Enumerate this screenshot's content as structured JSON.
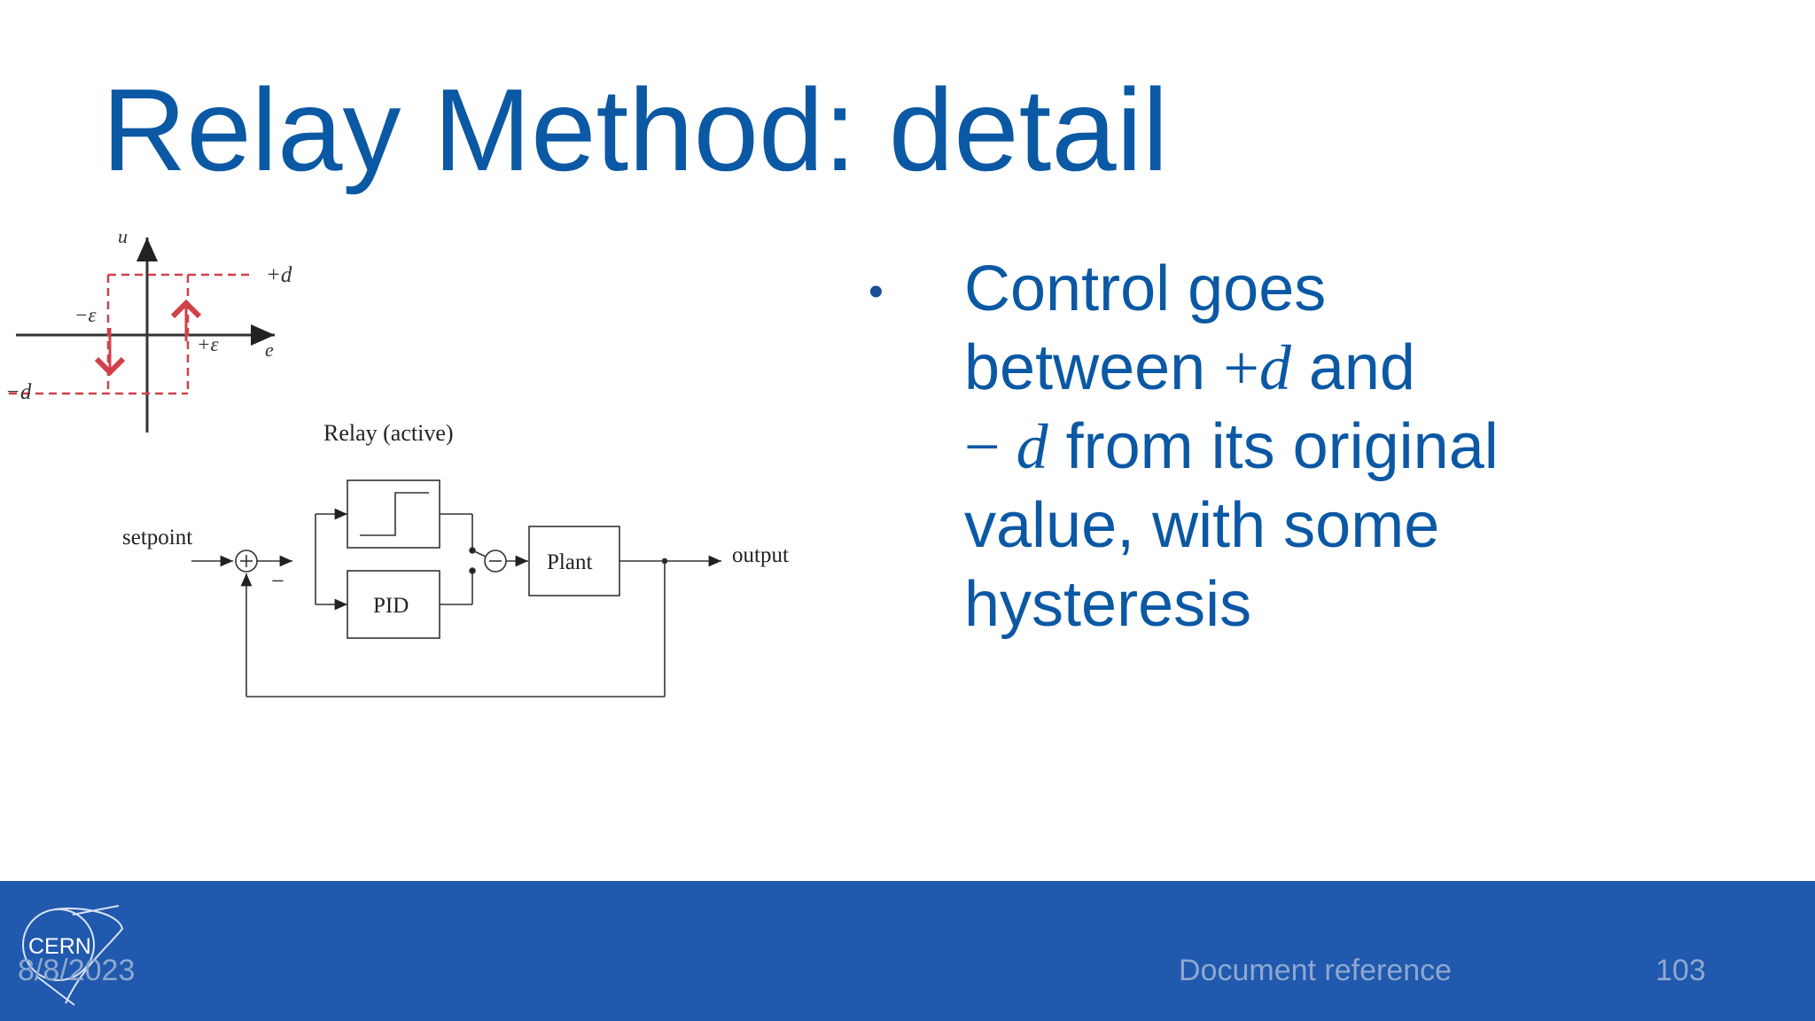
{
  "slide": {
    "title": "Relay Method: detail",
    "bullet": {
      "line1": "Control goes",
      "line2_pre": "between ",
      "line2_sign": "+",
      "line2_var": "d",
      "line2_post": " and",
      "line3_sign": "− ",
      "line3_var": "d",
      "line3_post": " from its original",
      "line4": "value, with some",
      "line5": "hysteresis"
    }
  },
  "relay_curve": {
    "axis_u": "u",
    "axis_e": "e",
    "plus_d": "+d",
    "minus_d": "−d",
    "minus_eps": "−ε",
    "plus_eps": "+ε"
  },
  "block_diagram": {
    "relay_label": "Relay (active)",
    "setpoint": "setpoint",
    "output": "output",
    "pid": "PID",
    "plant": "Plant",
    "minus": "−"
  },
  "footer": {
    "date": "8/8/2023",
    "reference": "Document reference",
    "page": "103",
    "logo_text": "CERN"
  },
  "colors": {
    "title": "#0b58a4",
    "footer_bg": "#2059ae",
    "hysteresis": "#d0414a"
  }
}
